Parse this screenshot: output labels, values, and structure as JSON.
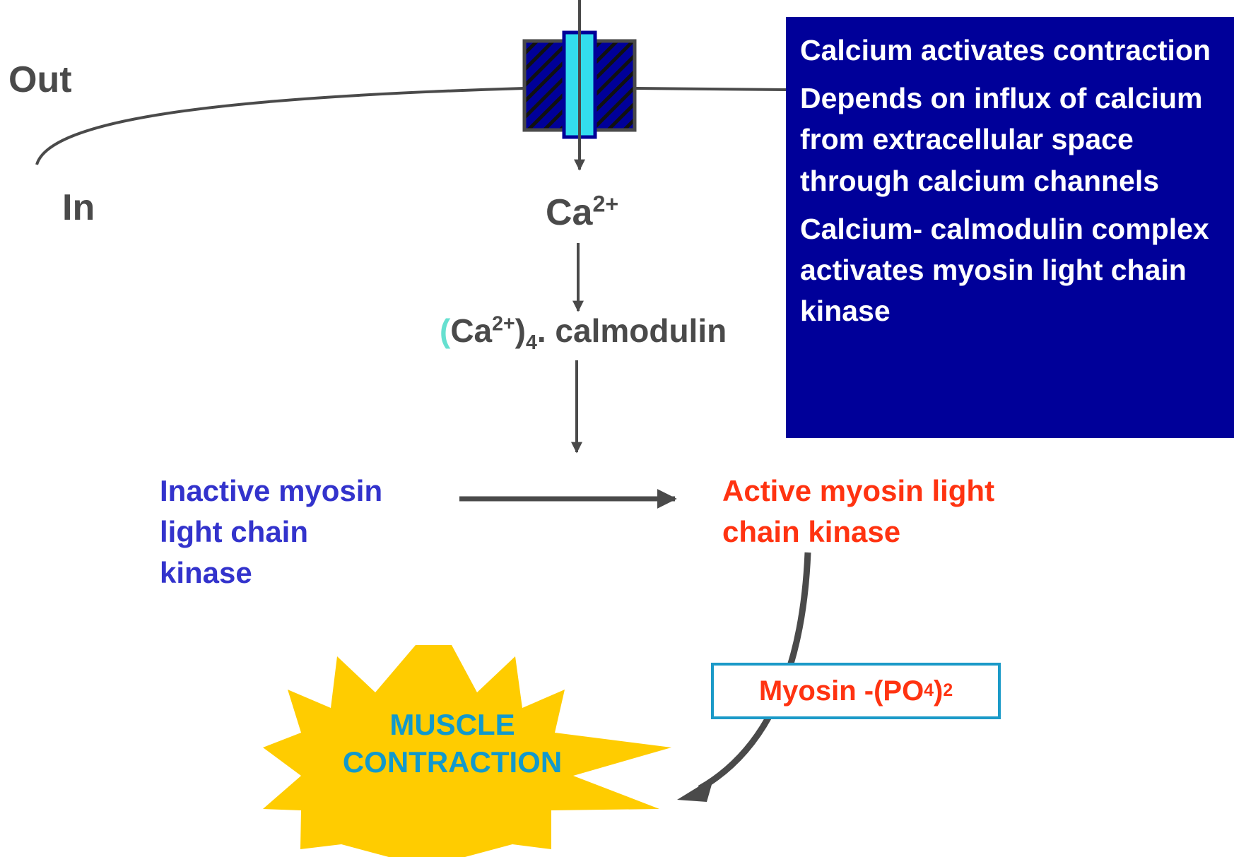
{
  "labels": {
    "out": "Out",
    "in": "In",
    "ca_ion": "Ca",
    "ca_charge": "2+",
    "complex_open": "(",
    "complex_ca": "Ca",
    "complex_charge": "2+",
    "complex_close": ")",
    "complex_sub": "4",
    "complex_rest": ". calmodulin",
    "inactive_line1": "Inactive myosin",
    "inactive_line2": "light chain",
    "inactive_line3": "kinase",
    "active_line1": "Active myosin light",
    "active_line2": "chain  kinase",
    "myosin_main": "Myosin -(PO",
    "myosin_sub1": "4",
    "myosin_close": ")",
    "myosin_sub2": "2",
    "muscle_line1": "MUSCLE",
    "muscle_line2": "CONTRACTION"
  },
  "info_box": {
    "point1": "Calcium activates contraction",
    "point2": "Depends on influx of calcium from extracellular space through calcium channels",
    "point3": "Calcium- calmodulin complex activates myosin light chain kinase"
  },
  "colors": {
    "info_bg": "#000099",
    "inactive": "#3333cc",
    "active": "#ff3311",
    "muscle_text": "#1199cc",
    "starburst": "#ffcc00",
    "channel_dark": "#000099",
    "channel_pore": "#33ddee"
  }
}
